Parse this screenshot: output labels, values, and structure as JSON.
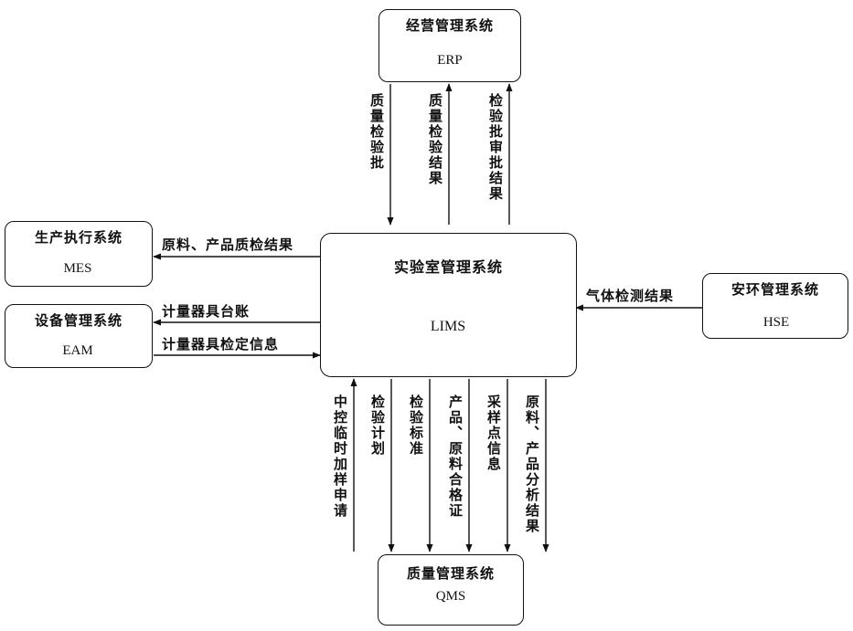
{
  "systems": {
    "erp": {
      "title": "经营管理系统",
      "db": "ERP"
    },
    "mes": {
      "title": "生产执行系统",
      "db": "MES"
    },
    "eam": {
      "title": "设备管理系统",
      "db": "EAM"
    },
    "lims": {
      "title": "实验室管理系统",
      "db": "LIMS"
    },
    "hse": {
      "title": "安环管理系统",
      "db": "HSE"
    },
    "qms": {
      "title": "质量管理系统",
      "db": "QMS"
    }
  },
  "flows": {
    "erp_batch": "质量检验批",
    "erp_result": "质量检验结果",
    "erp_approval": "检验批审批结果",
    "mes_result": "原料、产品质检结果",
    "eam_ledger": "计量器具台账",
    "eam_calib": "计量器具检定信息",
    "hse_gas": "气体检测结果",
    "qms_sample_req": "中控临时加样申请",
    "qms_plan": "检验计划",
    "qms_standard": "检验标准",
    "qms_cert": "产品、原料合格证",
    "qms_points": "采样点信息",
    "qms_analysis": "原料、产品分析结果"
  }
}
